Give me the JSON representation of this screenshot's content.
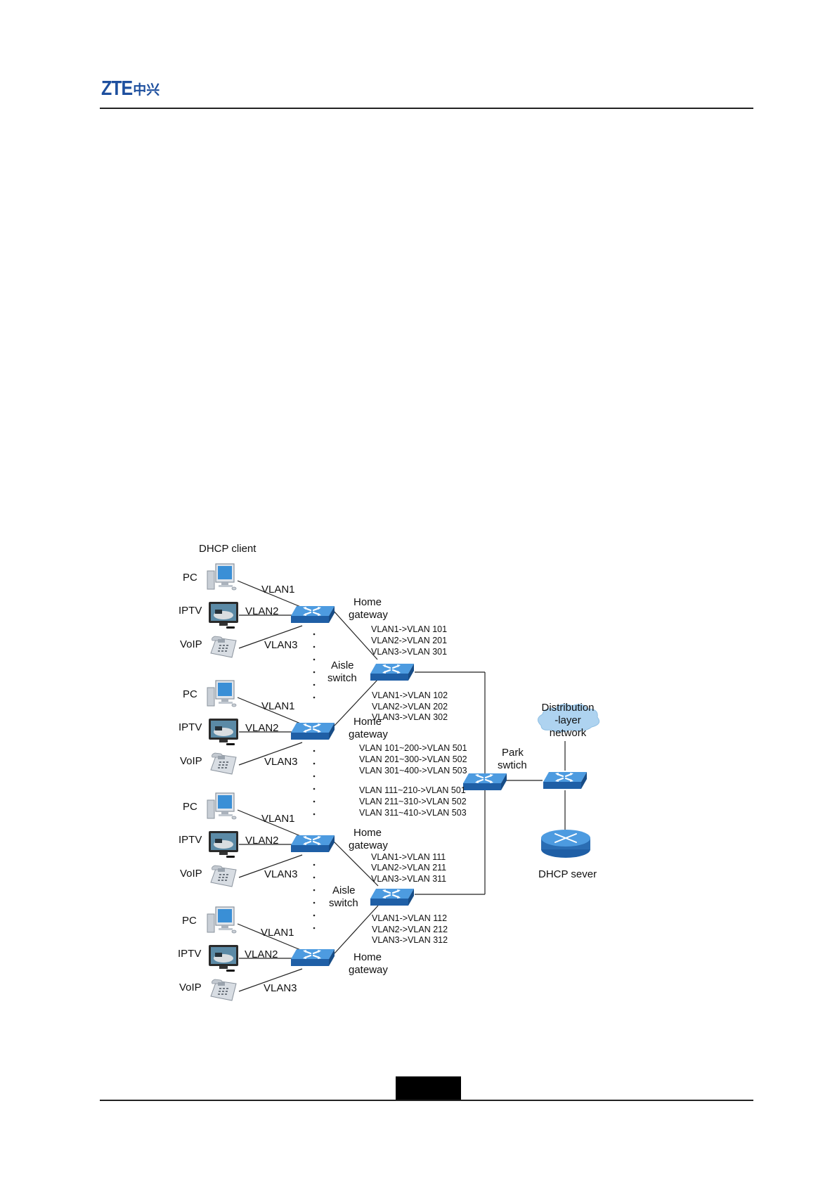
{
  "header": {
    "logo_latin": "ZTE",
    "logo_cjk": "中兴"
  },
  "diagram": {
    "dhcp_client_label": "DHCP client",
    "groups": [
      {
        "devices": [
          {
            "icon": "pc-icon",
            "label": "PC"
          },
          {
            "icon": "iptv-icon",
            "label": "IPTV"
          },
          {
            "icon": "voip-phone-icon",
            "label": "VoIP"
          }
        ],
        "vlans": [
          "VLAN1",
          "VLAN2",
          "VLAN3"
        ],
        "gateway_label": [
          "Home",
          "gateway"
        ],
        "mapping": [
          "VLAN1->VLAN 101",
          "VLAN2->VLAN 201",
          "VLAN3->VLAN 301"
        ]
      },
      {
        "devices": [
          {
            "icon": "pc-icon",
            "label": "PC"
          },
          {
            "icon": "iptv-icon",
            "label": "IPTV"
          },
          {
            "icon": "voip-phone-icon",
            "label": "VoIP"
          }
        ],
        "vlans": [
          "VLAN1",
          "VLAN2",
          "VLAN3"
        ],
        "gateway_label": [
          "Home",
          "gateway"
        ],
        "mapping": [
          "VLAN1->VLAN 102",
          "VLAN2->VLAN 202",
          "VLAN3->VLAN 302"
        ]
      },
      {
        "devices": [
          {
            "icon": "pc-icon",
            "label": "PC"
          },
          {
            "icon": "iptv-icon",
            "label": "IPTV"
          },
          {
            "icon": "voip-phone-icon",
            "label": "VoIP"
          }
        ],
        "vlans": [
          "VLAN1",
          "VLAN2",
          "VLAN3"
        ],
        "gateway_label": [
          "Home",
          "gateway"
        ],
        "mapping": [
          "VLAN1->VLAN 111",
          "VLAN2->VLAN 211",
          "VLAN3->VLAN 311"
        ]
      },
      {
        "devices": [
          {
            "icon": "pc-icon",
            "label": "PC"
          },
          {
            "icon": "iptv-icon",
            "label": "IPTV"
          },
          {
            "icon": "voip-phone-icon",
            "label": "VoIP"
          }
        ],
        "vlans": [
          "VLAN1",
          "VLAN2",
          "VLAN3"
        ],
        "gateway_label": [
          "Home",
          "gateway"
        ],
        "mapping": [
          "VLAN1->VLAN 112",
          "VLAN2->VLAN 212",
          "VLAN3->VLAN 312"
        ]
      }
    ],
    "aisle_switches": [
      {
        "label": [
          "Aisle",
          "switch"
        ],
        "mapping": [
          "VLAN 101~200->VLAN 501",
          "VLAN 201~300->VLAN 502",
          "VLAN 301~400->VLAN 503"
        ]
      },
      {
        "label": [
          "Aisle",
          "switch"
        ],
        "mapping": [
          "VLAN 111~210->VLAN 501",
          "VLAN 211~310->VLAN 502",
          "VLAN 311~410->VLAN 503"
        ]
      }
    ],
    "park_switch_label": [
      "Park",
      "swtich"
    ],
    "distribution_label": [
      "Distribution",
      "-layer",
      "network"
    ],
    "dhcp_server_label": "DHCP sever",
    "colors": {
      "switch_top": "#3f8ed4",
      "switch_side": "#1f5fa6",
      "line": "#222222",
      "cloud": "#aed3f0",
      "router": "#3a84cc"
    }
  }
}
